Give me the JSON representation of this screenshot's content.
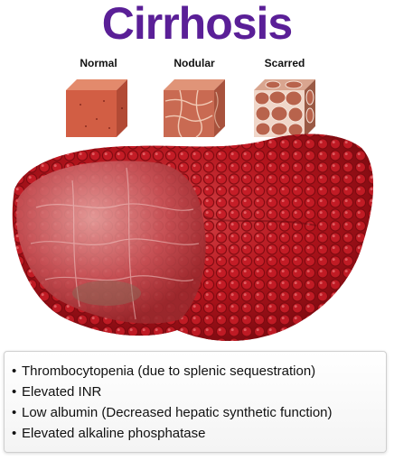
{
  "title": "Cirrhosis",
  "cubes": [
    {
      "label": "Normal"
    },
    {
      "label": "Nodular"
    },
    {
      "label": "Scarred"
    }
  ],
  "findings": [
    "Thrombocytopenia (due to splenic sequestration)",
    "Elevated INR",
    "Low albumin (Decreased hepatic synthetic function)",
    "Elevated alkaline phosphatase"
  ],
  "colors": {
    "title": "#5a1f97",
    "liver": "#b3141c",
    "tissue_normal": "#d8664c",
    "tissue_nodular": "#c96a52",
    "tissue_scarred": "#b8735c"
  }
}
